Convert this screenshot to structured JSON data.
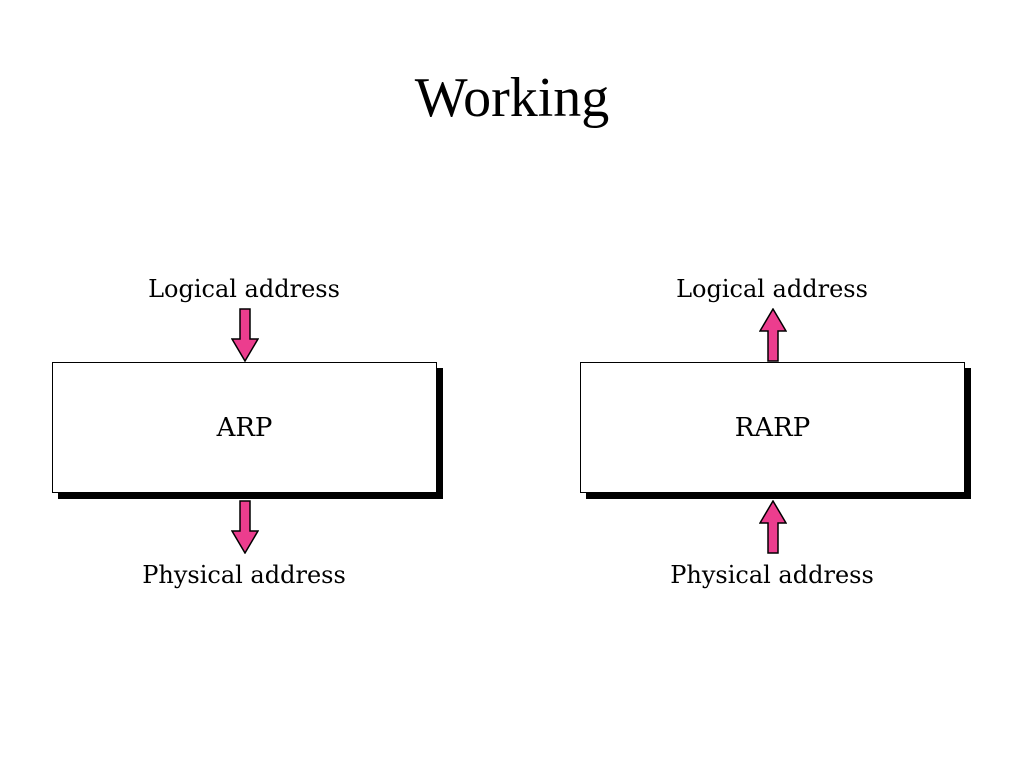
{
  "title": "Working",
  "arrow_color": "#ec3d8e",
  "panels": [
    {
      "box_label": "ARP",
      "top_label": "Logical address",
      "bottom_label": "Physical address",
      "arrow_direction": "down"
    },
    {
      "box_label": "RARP",
      "top_label": "Logical address",
      "bottom_label": "Physical address",
      "arrow_direction": "up"
    }
  ]
}
